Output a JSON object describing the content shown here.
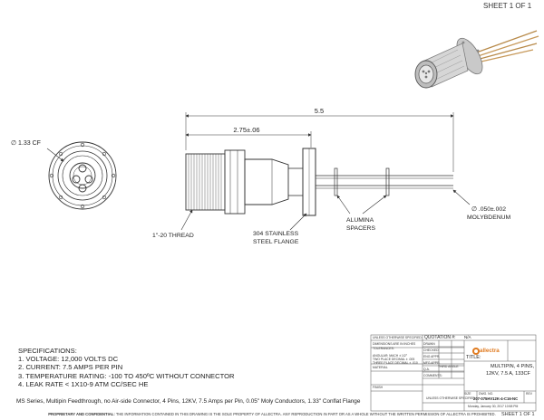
{
  "sheet": {
    "top": "SHEET 1 OF 1",
    "bottom": "SHEET 1 OF 1"
  },
  "dims": {
    "cf": "∅ 1.33 CF",
    "overall": "5.5",
    "body": "2.75±.06",
    "thread": "1\"-20 THREAD",
    "flange_1": "304 STAINLESS",
    "flange_2": "STEEL FLANGE",
    "spacers_1": "ALUMINA",
    "spacers_2": "SPACERS",
    "pin_1": "∅ .050±.002",
    "pin_2": "MOLYBDENUM"
  },
  "specs": {
    "title": "SPECIFICATIONS:",
    "items": [
      "1.  VOLTAGE:  12,000 VOLTS DC",
      "2.  CURRENT: 7.5 AMPS PER PIN",
      "3.  TEMPERATURE  RATING:  -100 TO 450ºC WITHOUT CONNECTOR",
      "4.  LEAK RATE < 1X10-9 ATM CC/SEC HE"
    ]
  },
  "description": "MS Series, Multipin Feedthrough, no Air-side Connector, 4 Pins, 12KV, 7.5 Amps per Pin, 0.05\" Moly Conductors, 1.33\" Conflat Flange",
  "footer": {
    "bold": "PROPRIETARY AND CONFIDENTIAL:",
    "text": "THE INFORMATION CONTAINED IN THIS DRAWING IS THE SOLE PROPERTY OF ALLECTRA.  ANY REPRODUCTION IN PART OR AS A WHOLE WITHOUT THE WRITTEN PERMISSION OF ALLECTRA IS PROHIBITED."
  },
  "title_block": {
    "unless": "UNLESS OTHERWISE SPECIFIED:",
    "quotation": "QUOTATION #:",
    "dimensions": "DIMENSIONS ARE IN INCHES",
    "tolerances": "TOLERANCES:",
    "angular": "ANGULAR: MACH ± 1/2°",
    "two_place": "TWO PLACE DECIMAL   ± .005",
    "three_place": "THREE PLACE DECIMAL   ± .010",
    "material": "MATERIAL",
    "finish": "FINISH",
    "drawn": "DRAWN",
    "checked": "CHECKED",
    "eng_appr": "ENG APPR.",
    "mfg_appr": "MFG APPR.",
    "qa": "Q.A.",
    "comments": "COMMENTS:",
    "third_angle": "THIRD ANGLE",
    "dwg_no": "DWG. NO.",
    "rev": "REV",
    "size": "SIZE",
    "na": "N/A",
    "title_label": "TITLE:",
    "title_1": "MULTIPIN, 4 PINS,",
    "title_2": "12KV, 7.5 A, 133CF",
    "part_no": "207-075HV12K-4-C16-NC",
    "scale": "UNLESS OTHERWISE SPECIFIED",
    "date": "Monday, January 30, 2017 10:58 PM",
    "logo": "allectra"
  }
}
